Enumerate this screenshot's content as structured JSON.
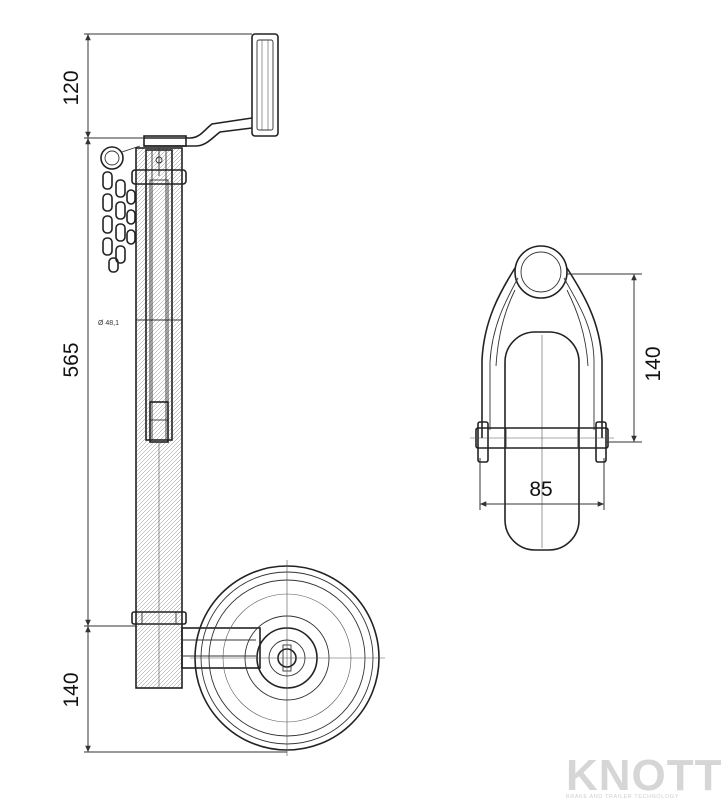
{
  "dimensions": {
    "handle_height": "120",
    "tube_length": "565",
    "wheel_height": "140",
    "front_height": "140",
    "wheel_width": "85",
    "tube_diameter_label": "Ø 48,1"
  },
  "logo": {
    "brand": "KNOTT",
    "tagline": "BRAKE AND TRAILER TECHNOLOGY"
  }
}
